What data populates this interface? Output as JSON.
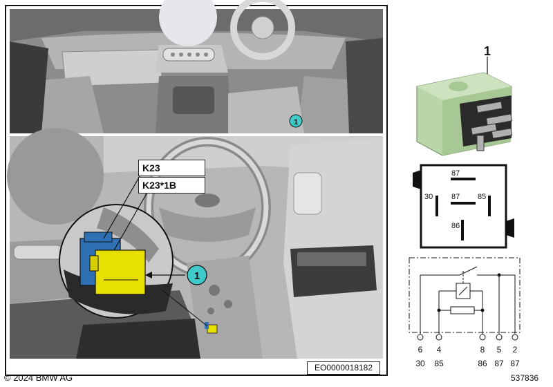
{
  "labels": {
    "copyright": "© 2024 BMW AG",
    "document_number": "537836",
    "image_code": "EO0000018182",
    "component_number": "1",
    "marker_top": "1",
    "marker_bottom": "1",
    "callout_1": "K23",
    "callout_2": "K23*1B"
  },
  "relay_pinout": {
    "pins": [
      {
        "label": "87"
      },
      {
        "label": "30"
      },
      {
        "label": "87"
      },
      {
        "label": "85"
      },
      {
        "label": "86"
      }
    ]
  },
  "circuit": {
    "terminals": [
      {
        "pin": "6",
        "function": "30"
      },
      {
        "pin": "4",
        "function": "85"
      },
      {
        "pin": "8",
        "function": "86"
      },
      {
        "pin": "5",
        "function": "87"
      },
      {
        "pin": "2",
        "function": "87"
      }
    ]
  },
  "colors": {
    "relay_body": "#b9d6a8",
    "connector_yellow": "#e8e000",
    "connector_blue": "#2f6fb3",
    "marker_teal": "#3fc9c9",
    "frame": "#111111"
  }
}
